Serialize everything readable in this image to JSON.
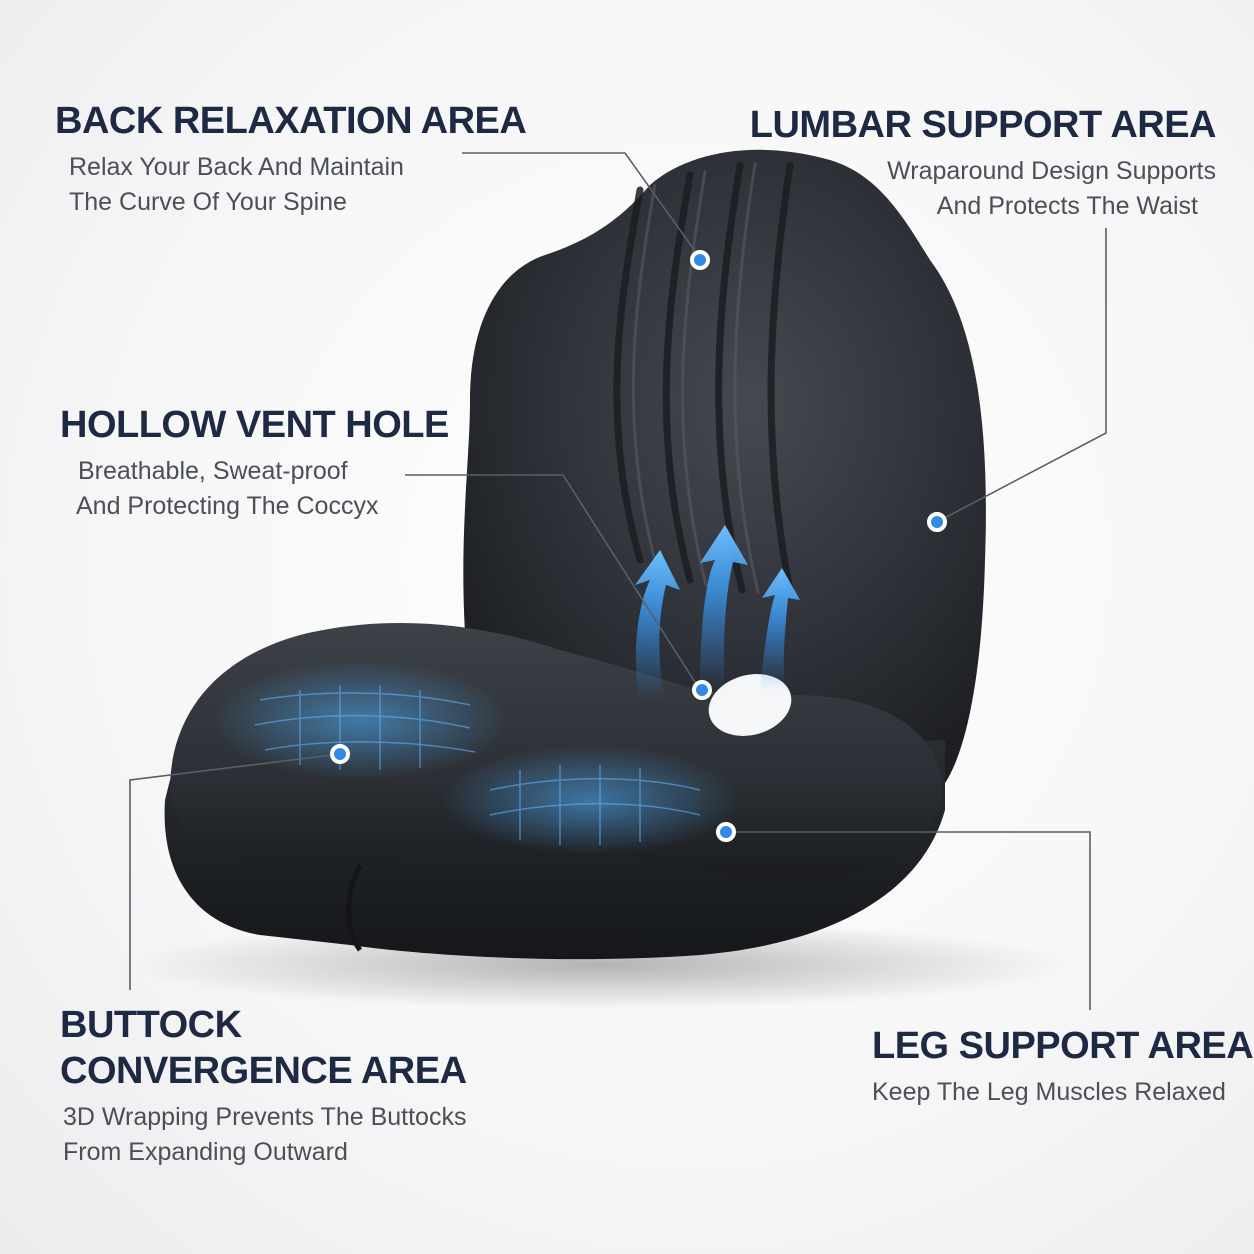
{
  "callouts": {
    "back": {
      "title": "BACK RELAXATION AREA",
      "line1": "Relax Your Back And Maintain",
      "line2": "The Curve Of Your Spine"
    },
    "lumbar": {
      "title": "LUMBAR SUPPORT AREA",
      "line1": "Wraparound Design Supports",
      "line2": "And Protects The Waist"
    },
    "vent": {
      "title": "HOLLOW VENT HOLE",
      "line1": "Breathable, Sweat-proof",
      "line2": "And Protecting The Coccyx"
    },
    "buttock": {
      "title_line1": "BUTTOCK",
      "title_line2": "CONVERGENCE AREA",
      "line1": "3D Wrapping Prevents The Buttocks",
      "line2": "From Expanding Outward"
    },
    "leg": {
      "title": "LEG SUPPORT AREA",
      "line1": "Keep The Leg Muscles Relaxed"
    }
  },
  "colors": {
    "heading": "#1e2a44",
    "text": "#4a4f58",
    "accent": "#2f8be6",
    "cushion": "#2b2e33"
  }
}
